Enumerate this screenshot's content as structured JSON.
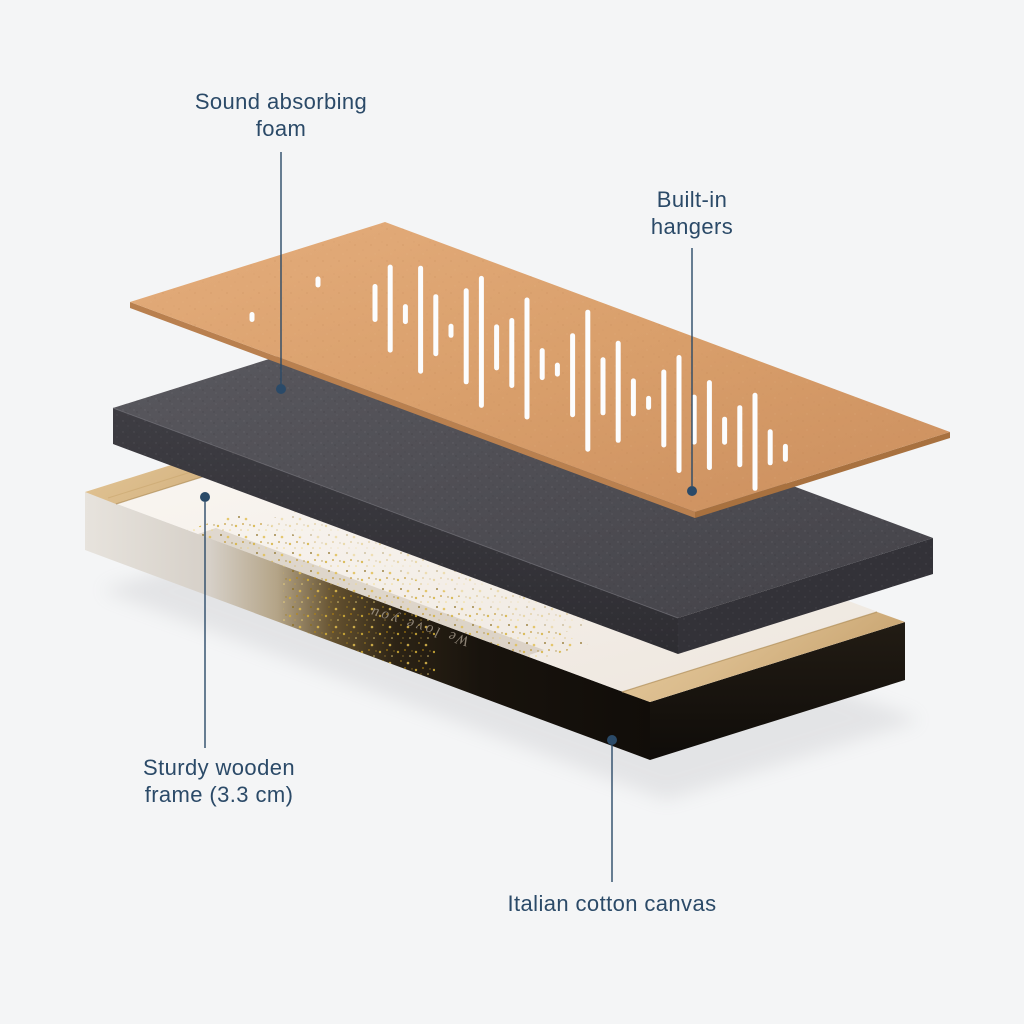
{
  "page": {
    "background": "#f4f5f6",
    "description": "Exploded product diagram of an acoustic soundwave wall-art panel"
  },
  "colors": {
    "label_text": "#2b4a68",
    "leader_line": "#2b4a68",
    "board_tan": "#d99f6b",
    "board_edge": "#b9804f",
    "foam_gray": "#4e4d52",
    "foam_side": "#39383d",
    "canvas_white": "#f8f4ef",
    "frame_black": "#17130f",
    "wood": "#ddbd8d",
    "glitter_gold": "#d4af37"
  },
  "labels": {
    "foam": {
      "line1": "Sound absorbing",
      "line2": "foam"
    },
    "hangers": {
      "line1": "Built-in",
      "line2": "hangers"
    },
    "frame": {
      "line1": "Sturdy wooden",
      "line2": "frame (3.3 cm)"
    },
    "canvas": {
      "line1": "Italian cotton canvas"
    }
  },
  "diagram": {
    "canvas_back_text": "We love you"
  }
}
